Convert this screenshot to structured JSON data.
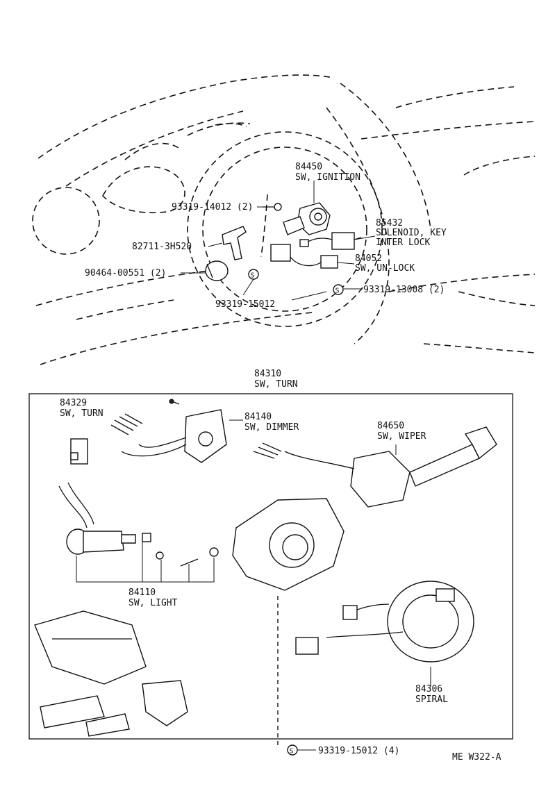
{
  "callouts": {
    "ignition_num": "84450",
    "ignition_name": "SW, IGNITION",
    "screw1": "93319-14012 (2)",
    "solenoid_num": "85432",
    "solenoid_name1": "SOLENOID, KEY",
    "solenoid_name2": "INTER LOCK",
    "bracket": "82711-3H520",
    "unlock_num": "84052",
    "unlock_name": "SW, UN-LOCK",
    "clip": "90464-00551 (2)",
    "screw2": "93319-13008 (2)",
    "screw3": "93319-15012",
    "turn_num": "84310",
    "turn_name": "SW, TURN",
    "turn2_num": "84329",
    "turn2_name": "SW, TURN",
    "dimmer_num": "84140",
    "dimmer_name": "SW, DIMMER",
    "wiper_num": "84650",
    "wiper_name": "SW, WIPER",
    "light_num": "84110",
    "light_name": "SW, LIGHT",
    "spiral_num": "84306",
    "spiral_name": "SPIRAL",
    "screw4": "93319-15012 (4)",
    "screw_symbol": "S",
    "figure_ref": "ME W322-A"
  }
}
